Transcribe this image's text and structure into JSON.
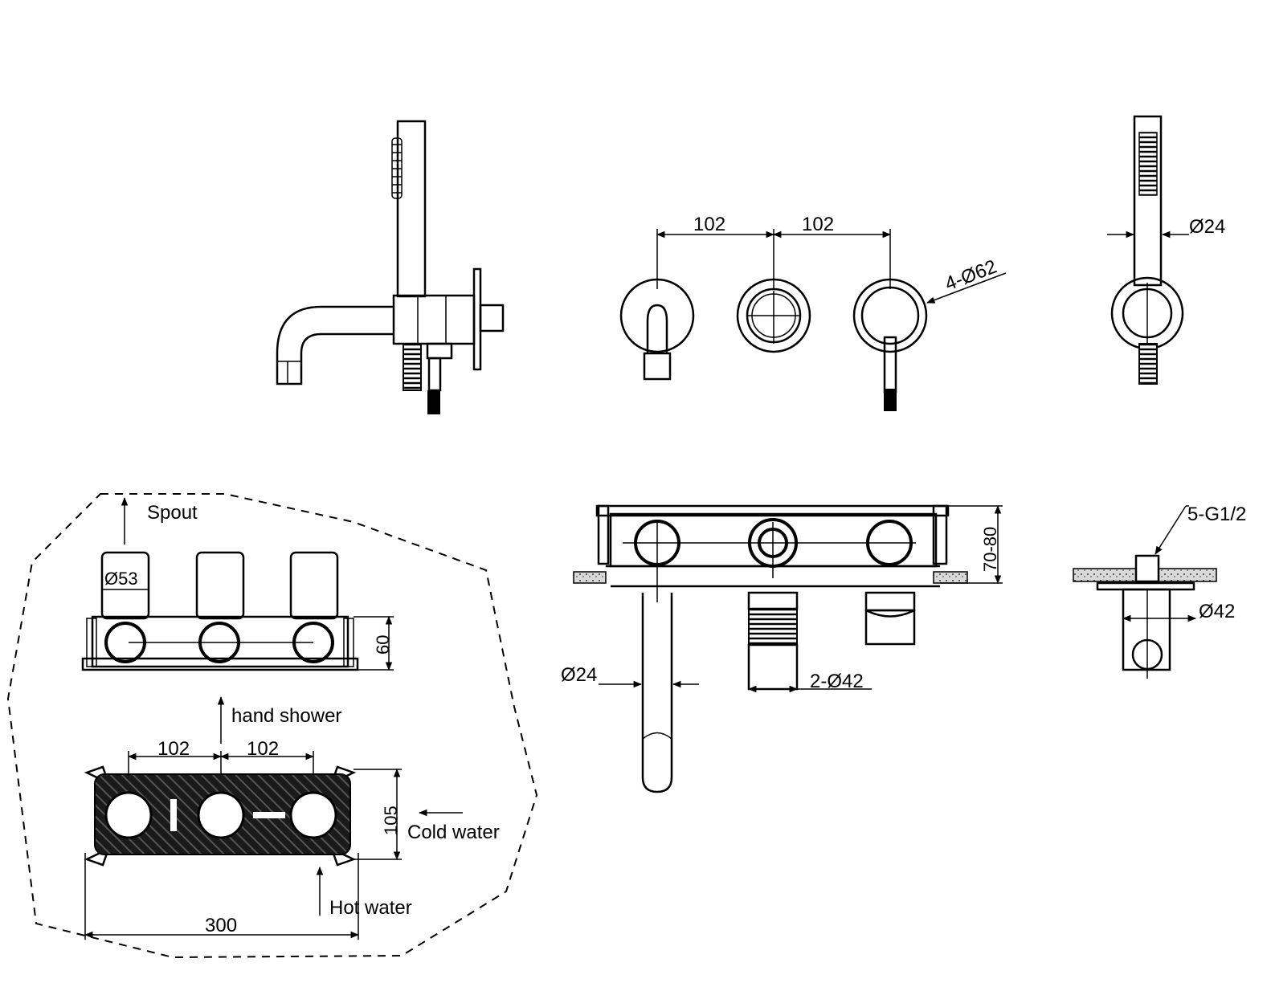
{
  "dimensions": {
    "front_spacing_left": "102",
    "front_spacing_right": "102",
    "handle_diameter": "4-Ø62",
    "hand_shower_diameter": "Ø24",
    "box_depth": "70-80",
    "thread_connections": "5-G1/2",
    "flange_diameter_right": "Ø42",
    "spout_diameter": "Ø24",
    "flange_diameter": "2-Ø42",
    "valve_diameter": "Ø53",
    "valve_height": "60",
    "box_spacing_left": "102",
    "box_spacing_right": "102",
    "box_height": "105",
    "box_width": "300"
  },
  "labels": {
    "spout": "Spout",
    "hand_shower": "hand shower",
    "cold_water": "Cold water",
    "hot_water": "Hot water"
  },
  "colors": {
    "line": "#000000",
    "background": "#ffffff"
  }
}
